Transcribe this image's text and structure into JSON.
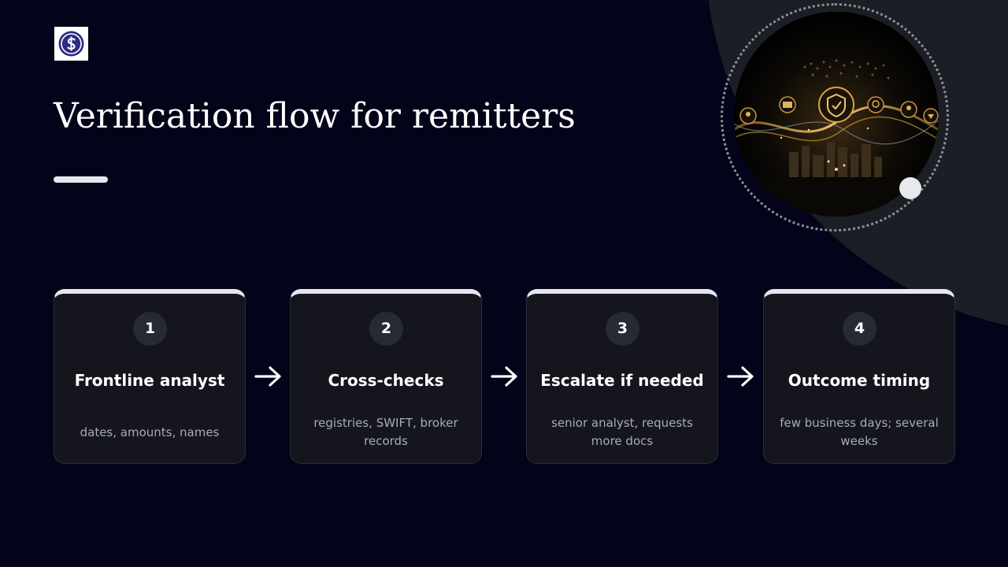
{
  "slide": {
    "title": "Verification flow for remitters",
    "logo_icon": "dollar-coin-icon",
    "image_subject": "globe-network-security-shield"
  },
  "colors": {
    "background": "#03031a",
    "card": "#14151d",
    "card_accent": "#e6e7ee",
    "number_circle": "#272a33",
    "logo_blue": "#2e2a86",
    "gold": "#d9a441",
    "muted_text": "#a9acb6"
  },
  "steps": [
    {
      "number": "1",
      "title": "Frontline analyst",
      "description": "dates, amounts, names"
    },
    {
      "number": "2",
      "title": "Cross-checks",
      "description": "registries, SWIFT, broker records"
    },
    {
      "number": "3",
      "title": "Escalate if needed",
      "description": "senior analyst, requests more docs"
    },
    {
      "number": "4",
      "title": "Outcome timing",
      "description": "few business days; several weeks"
    }
  ],
  "connector_icon": "arrow-right-icon"
}
